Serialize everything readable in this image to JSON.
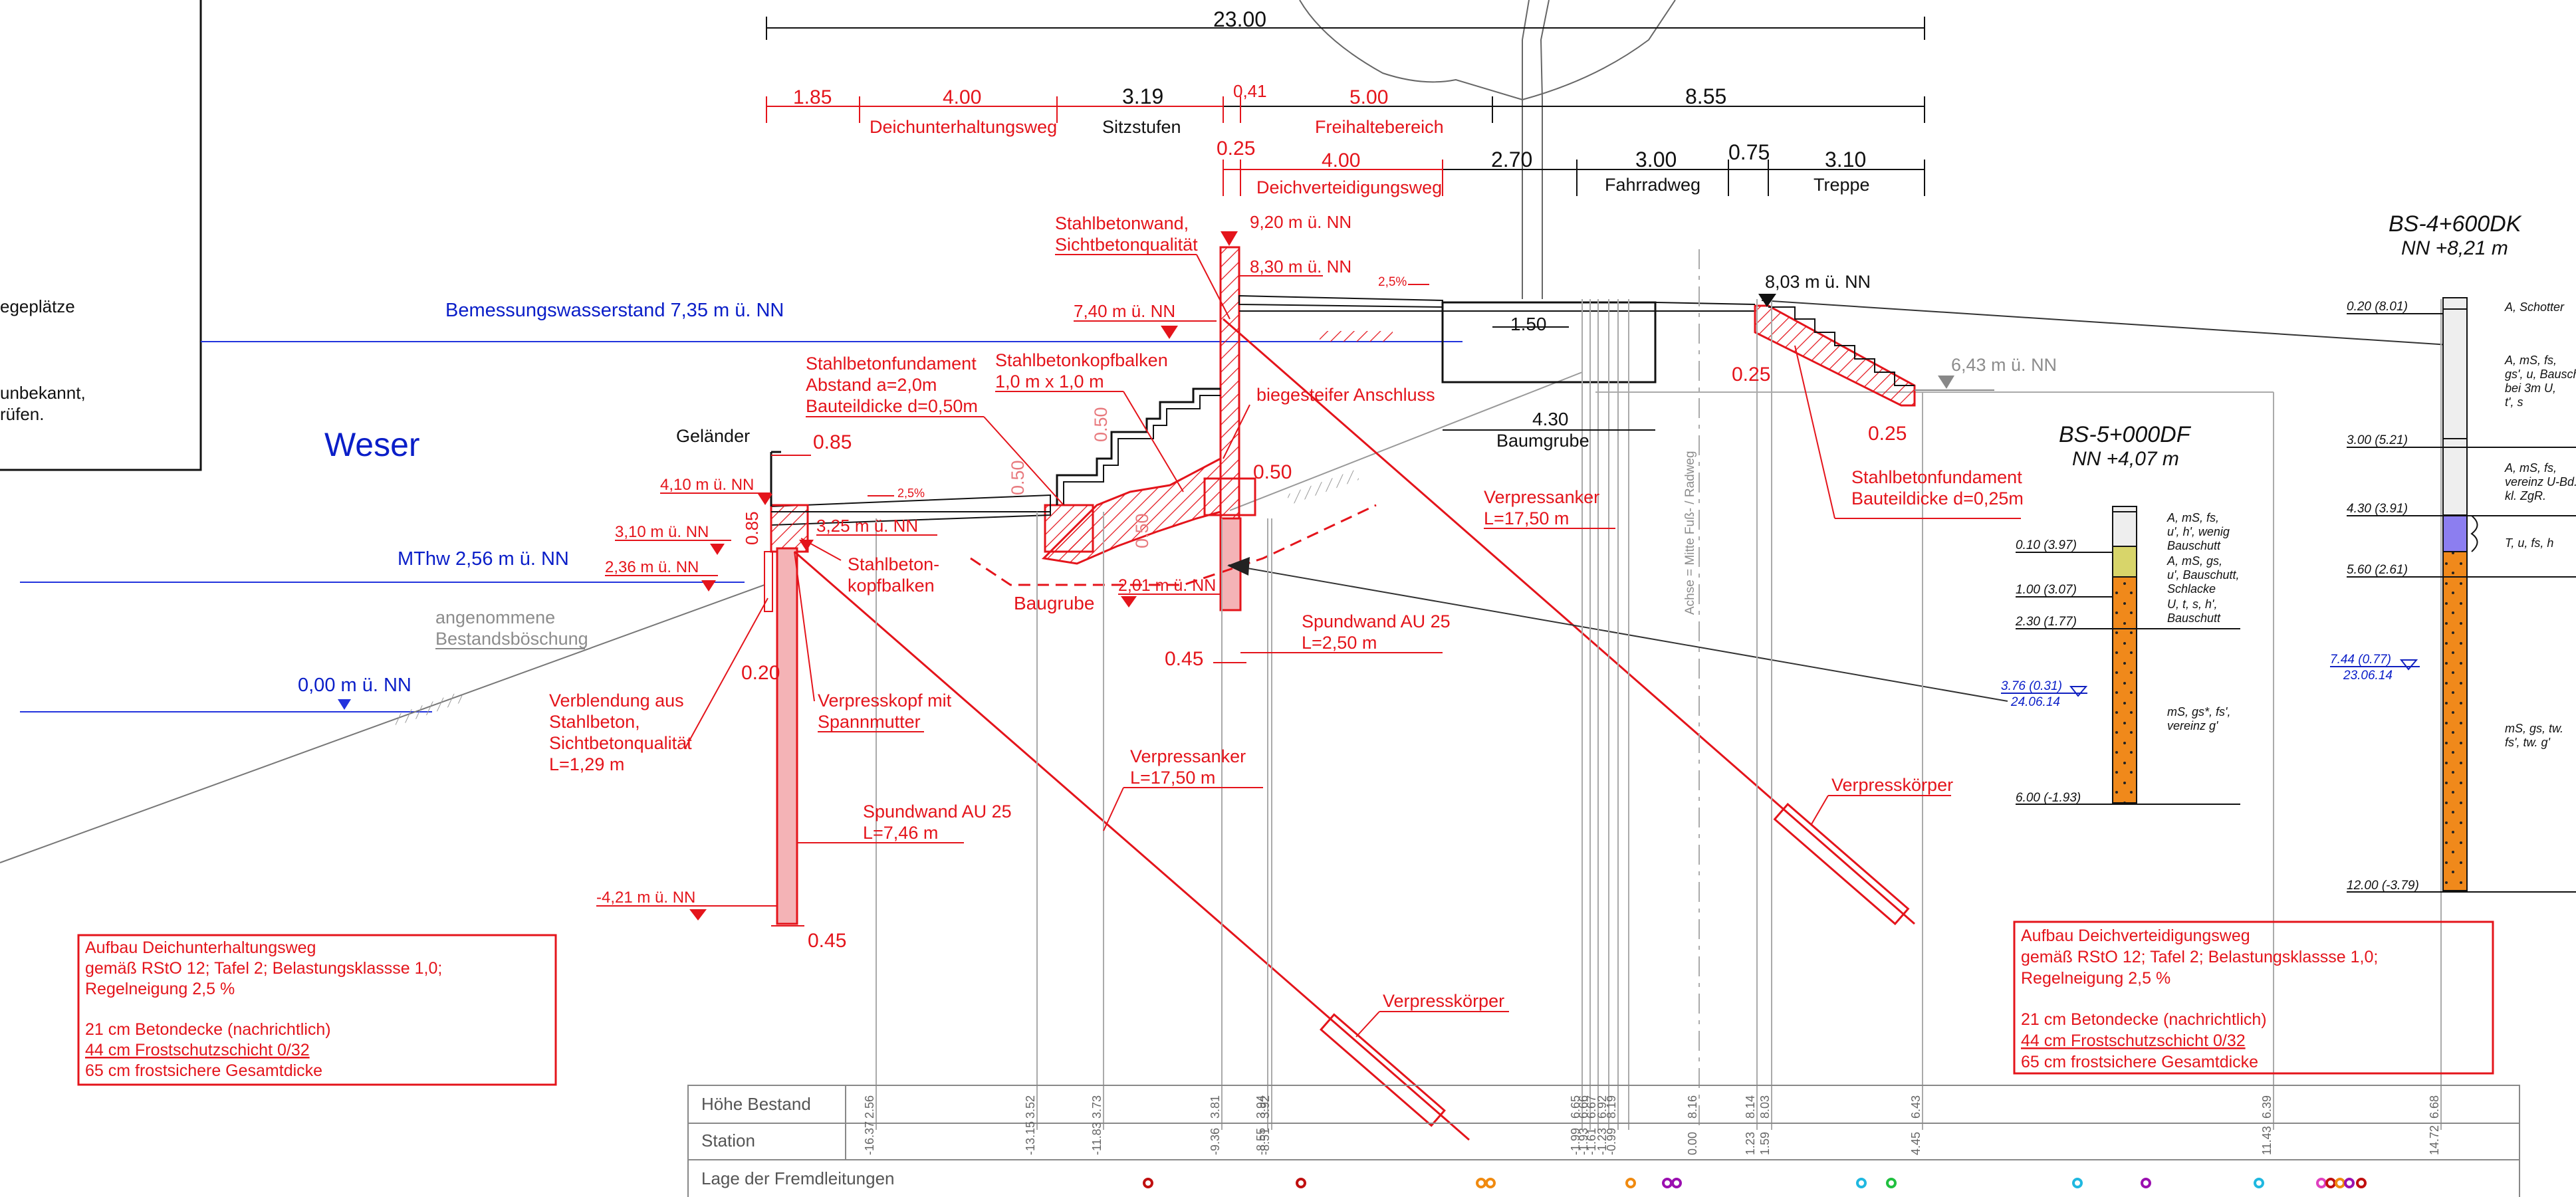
{
  "legend_box": {
    "line1": "egeplätze",
    "line2": "unbekannt,",
    "line3": "rüfen."
  },
  "water": {
    "weser": "Weser",
    "bemessung": "Bemessungswasserstand 7,35 m ü. NN",
    "mthw": "MThw 2,56 m ü. NN",
    "zero": "0,00 m ü. NN"
  },
  "dims": {
    "total": "23.00",
    "d185": "1.85",
    "d400a": "4.00",
    "d319": "3.19",
    "d041": "0,41",
    "d500": "5.00",
    "d855": "8.55",
    "d025a": "0.25",
    "d400b": "4.00",
    "d270": "2.70",
    "d300": "3.00",
    "d075": "0.75",
    "d310": "3.10",
    "d150": "1.50",
    "d430": "4.30",
    "d085": "0.85",
    "d085v": "0.85",
    "d050a": "0.50",
    "d050b": "0.50",
    "d050c": "0.50",
    "d050d": "0.50",
    "d020": "0.20",
    "d045a": "0.45",
    "d045b": "0.45",
    "d025b": "0.25",
    "d025c": "0.25",
    "slope1": "2,5%",
    "slope2": "2,5%"
  },
  "dim_labels": {
    "deichunterhaltungsweg": "Deichunterhaltungsweg",
    "sitzstufen": "Sitzstufen",
    "freihaltebereich": "Freihaltebereich",
    "deichverteidigungsweg": "Deichverteidigungsweg",
    "fahrradweg": "Fahrradweg",
    "treppe": "Treppe",
    "baumgrube": "Baumgrube"
  },
  "levels": {
    "l920": "9,20 m ü. NN",
    "l830": "8,30 m ü. NN",
    "l740": "7,40 m ü. NN",
    "l803": "8,03 m ü. NN",
    "l643": "6,43 m ü. NN",
    "l410": "4,10 m ü. NN",
    "l310": "3,10 m ü. NN",
    "l325": "3,25 m ü. NN",
    "l236": "2,36 m ü. NN",
    "l201": "2,01 m ü. NN",
    "l421": "-4,21 m ü. NN"
  },
  "annotations": {
    "stahlbetonwand_1": "Stahlbetonwand,",
    "stahlbetonwand_2": "Sichtbetonqualität",
    "fundament_1": "Stahlbetonfundament",
    "fundament_2": "Abstand a=2,0m",
    "fundament_3": "Bauteildicke d=0,50m",
    "kopfbalken_1": "Stahlbetonkopfbalken",
    "kopfbalken_2": "1,0 m x 1,0 m",
    "biegesteif": "biegesteifer Anschluss",
    "gelaender": "Geländer",
    "sb_kopf_1": "Stahlbeton-",
    "sb_kopf_2": "kopfbalken",
    "baugrube": "Baugrube",
    "angenommen_1": "angenommene",
    "angenommen_2": "Bestandsböschung",
    "verblendung_1": "Verblendung aus",
    "verblendung_2": "Stahlbeton,",
    "verblendung_3": "Sichtbetonqualität",
    "verblendung_4": "L=1,29 m",
    "vkopf_1": "Verpresskopf mit",
    "vkopf_2": "Spannmutter",
    "spundwand1_1": "Spundwand AU 25",
    "spundwand1_2": "L=7,46 m",
    "spundwand2_1": "Spundwand AU 25",
    "spundwand2_2": "L=2,50 m",
    "anker1_1": "Verpressanker",
    "anker1_2": "L=17,50 m",
    "anker2_1": "Verpressanker",
    "anker2_2": "L=17,50 m",
    "vkoerper1": "Verpresskörper",
    "vkoerper2": "Verpresskörper",
    "fund2_1": "Stahlbetonfundament",
    "fund2_2": "Bauteildicke d=0,25m",
    "achse": "Achse = Mitte Fuß- / Radweg"
  },
  "note_left": {
    "l1": "Aufbau Deichunterhaltungsweg",
    "l2": "gemäß RStO 12; Tafel 2; Belastungsklassse 1,0;",
    "l3": "Regelneigung 2,5 %",
    "l4": "21 cm Betondecke (nachrichtlich)",
    "l5": "44 cm Frostschutzschicht 0/32",
    "l6": "65 cm frostsichere Gesamtdicke"
  },
  "note_right": {
    "l1": "Aufbau Deichverteidigungsweg",
    "l2": "gemäß RStO 12; Tafel 2; Belastungsklassse 1,0;",
    "l3": "Regelneigung 2,5 %",
    "l4": "21 cm Betondecke (nachrichtlich)",
    "l5": "44 cm Frostschutzschicht 0/32",
    "l6": "65 cm frostsichere Gesamtdicke"
  },
  "bs5": {
    "title": "BS-5+000DF",
    "nn": "NN +4,07 m",
    "d1": "0.10 (3.97)",
    "d2": "1.00 (3.07)",
    "d3": "2.30 (1.77)",
    "d4": "6.00 (-1.93)",
    "water": "3.76 (0.31)",
    "water_date": "24.06.14",
    "s1a": "A, mS, fs,",
    "s1b": "u', h', wenig",
    "s1c": "Bauschutt",
    "s2a": "A, mS, gs,",
    "s2b": "u', Bauschutt,",
    "s2c": "Schlacke",
    "s3a": "U, t, s, h',",
    "s3b": "Bauschutt",
    "s4a": "mS, gs*, fs',",
    "s4b": "vereinz g'"
  },
  "bs4": {
    "title": "BS-4+600DK",
    "nn": "NN +8,21 m",
    "d1": "0.20 (8.01)",
    "d2": "3.00 (5.21)",
    "d3": "4.30 (3.91)",
    "d4": "5.60 (2.61)",
    "d5": "12.00 (-3.79)",
    "water": "7.44 (0.77)",
    "water_date": "23.06.14",
    "s1": "A, Schotter",
    "s2a": "A, mS, fs,",
    "s2b": "gs', u, Bausch",
    "s2c": "bei 3m U,",
    "s2d": "t', s",
    "s3a": "A, mS, fs,",
    "s3b": "vereinz U-Bd.",
    "s3c": "kl. ZgR.",
    "s4": "T, u, fs, h",
    "s5a": "mS, gs, tw.",
    "s5b": "fs', tw. g'"
  },
  "table": {
    "row1": "Höhe Bestand",
    "row2": "Station",
    "row3": "Lage der Fremdleitungen",
    "heights": [
      "2.56",
      "3.52",
      "3.73",
      "3.81",
      "3.94",
      "3.92",
      "6.65",
      "6.66",
      "6.67",
      "6.92",
      "8.19",
      "8.16",
      "8.14",
      "8.03",
      "6.43",
      "6.39",
      "6.68"
    ],
    "stations": [
      "-16.37",
      "-13.15",
      "-11.83",
      "-9.36",
      "-8.55",
      "-8.51",
      "-1.99",
      "-1.93",
      "-1.61",
      "-1.23",
      "-0.99",
      "0.00",
      "1.23",
      "1.59",
      "4.45",
      "11.43",
      "14.72"
    ]
  }
}
